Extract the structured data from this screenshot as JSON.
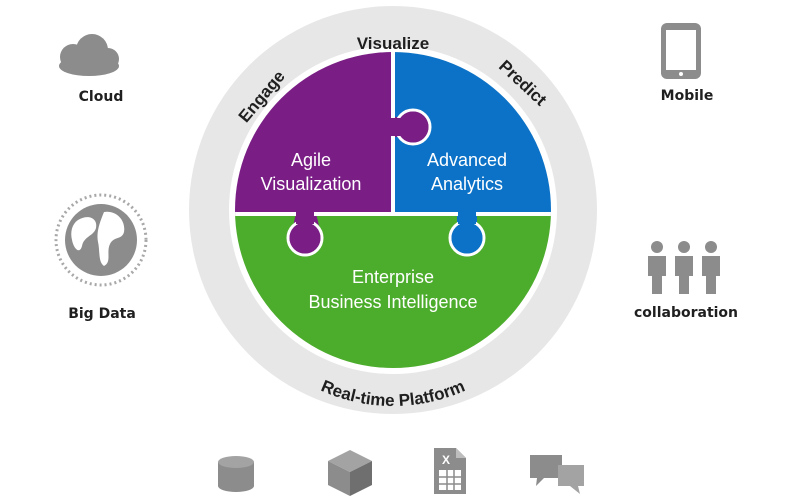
{
  "ring_labels": {
    "top": "Visualize",
    "left": "Engage",
    "right": "Predict",
    "bottom": "Real-time Platform"
  },
  "pieces": {
    "purple": {
      "line1": "Agile",
      "line2": "Visualization"
    },
    "blue": {
      "line1": "Advanced",
      "line2": "Analytics"
    },
    "green": {
      "line1": "Enterprise",
      "line2": "Business Intelligence"
    }
  },
  "side_items": {
    "cloud": "Cloud",
    "big_data": "Big Data",
    "mobile": "Mobile",
    "collaboration": "collaboration"
  },
  "bottom_icons": [
    "database-icon",
    "cube-icon",
    "spreadsheet-icon",
    "chat-icon"
  ],
  "colors": {
    "purple": "#7a1e86",
    "blue": "#0b72c7",
    "green": "#4cac2c",
    "ring": "#dcdcdc",
    "icon_gray": "#8c8c8c"
  }
}
